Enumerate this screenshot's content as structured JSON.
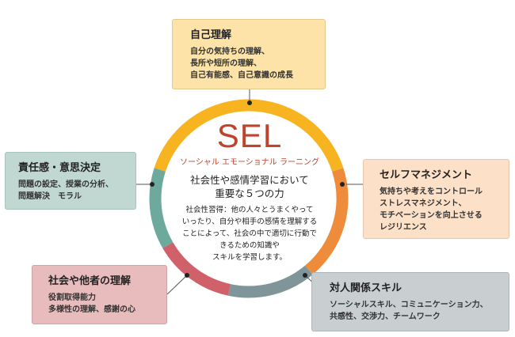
{
  "center": {
    "title": "SEL",
    "subtitle": "ソーシャル エモーショナル ラーニング",
    "heading": "社会性や感情学習において\n重要な５つの力",
    "description": "社会性習得：他の人々とうまくやって\nいったり、自分や相手の感情を理解する\nことによって、社会の中で適切に行動で\nきるための知識や\nスキルを学習します。"
  },
  "boxes": {
    "self_awareness": {
      "title": "自己理解",
      "body": "自分の気持ちの理解、\n長所や短所の理解、\n自己有能感、自己意識の成長",
      "color": "#fde3a7"
    },
    "responsibility": {
      "title": "責任感・意思決定",
      "body": "問題の設定、授業の分析、\n問題解決　モラル",
      "color": "#c1d8d2"
    },
    "self_management": {
      "title": "セルフマネジメント",
      "body": "気持ちや考えをコントロール\nストレスマネジメント、\nモチベーションを向上させる\nレジリエンス",
      "color": "#fce0c8"
    },
    "social_awareness": {
      "title": "社会や他者の理解",
      "body": "役割取得能力\n多様性の理解、感謝の心",
      "color": "#e8bcbc"
    },
    "relationship": {
      "title": "対人関係スキル",
      "body": "ソーシャルスキル、コミュニケーション力、\n共感性、交渉力、チームワーク",
      "color": "#c9cfd1"
    }
  },
  "ring_colors": [
    "#f7b320",
    "#ef8c3c",
    "#7f959a",
    "#d0616b",
    "#6ea99e"
  ]
}
